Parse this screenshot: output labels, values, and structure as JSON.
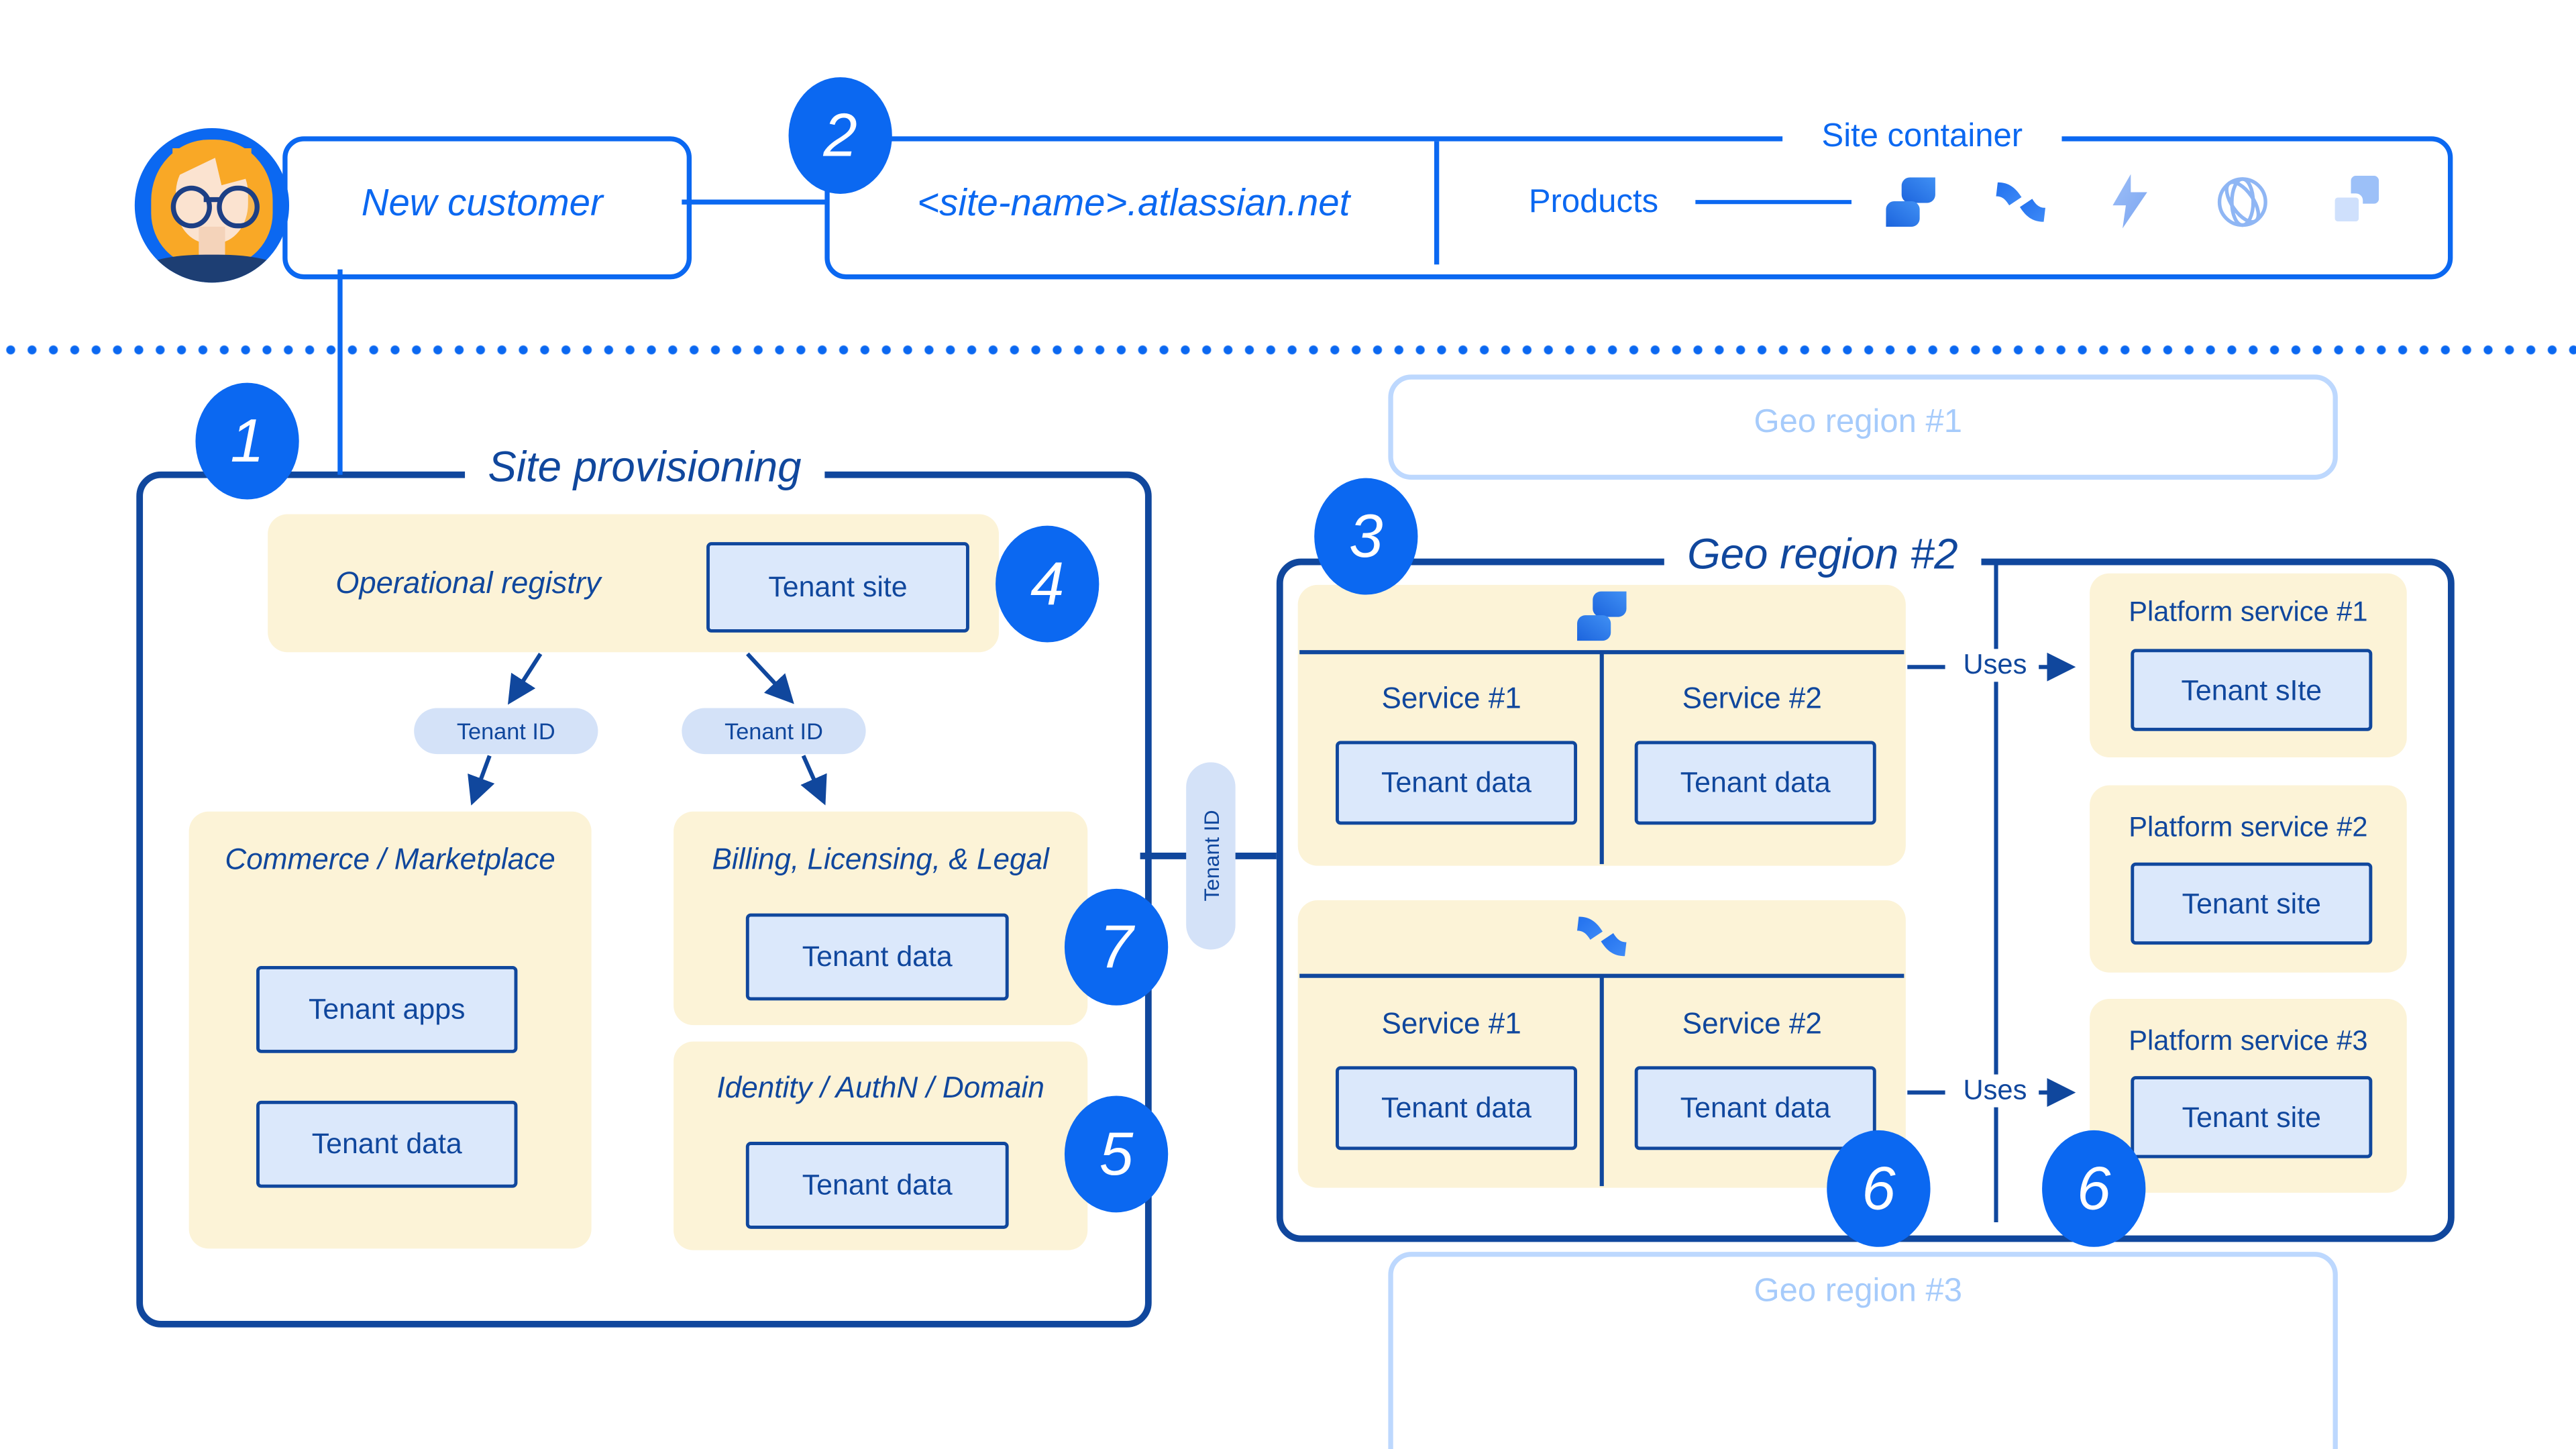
{
  "top": {
    "customer": "New customer",
    "site_url": "<site-name>.atlassian.net",
    "products_label": "Products",
    "container_label": "Site container",
    "product_icons": [
      "jira-icon",
      "confluence-icon",
      "lightning-icon",
      "globe-icon",
      "squares-icon"
    ]
  },
  "markers": {
    "one": "1",
    "two": "2",
    "three": "3",
    "four": "4",
    "five": "5",
    "six_a": "6",
    "six_b": "6",
    "seven": "7"
  },
  "provisioning": {
    "title": "Site provisioning",
    "registry_label": "Operational registry",
    "registry_tenant_site": "Tenant site",
    "pill_left": "Tenant ID",
    "pill_right": "Tenant ID",
    "commerce_title": "Commerce / Marketplace",
    "commerce_apps": "Tenant apps",
    "commerce_data": "Tenant data",
    "billing_title": "Billing, Licensing, & Legal",
    "billing_data": "Tenant data",
    "identity_title": "Identity / AuthN / Domain",
    "identity_data": "Tenant data"
  },
  "link": {
    "tenant_id": "Tenant ID"
  },
  "geo": {
    "region1": "Geo region #1",
    "region2_title": "Geo region #2",
    "region3": "Geo region #3",
    "jira": {
      "s1": "Service #1",
      "s2": "Service #2",
      "d1": "Tenant data",
      "d2": "Tenant data"
    },
    "confluence": {
      "s1": "Service #1",
      "s2": "Service #2",
      "d1": "Tenant data",
      "d2": "Tenant data"
    },
    "uses1": "Uses",
    "uses2": "Uses",
    "p1_title": "Platform service #1",
    "p1_box": "Tenant sIte",
    "p2_title": "Platform service #2",
    "p2_box": "Tenant site",
    "p3_title": "Platform service #3",
    "p3_box": "Tenant site"
  },
  "colors": {
    "bright_blue": "#0B68F1",
    "navy": "#10479D",
    "panel_yellow": "#FCF3D7",
    "tenant_blue": "#DBE8FB",
    "faded_blue": "#BDD8FE"
  }
}
